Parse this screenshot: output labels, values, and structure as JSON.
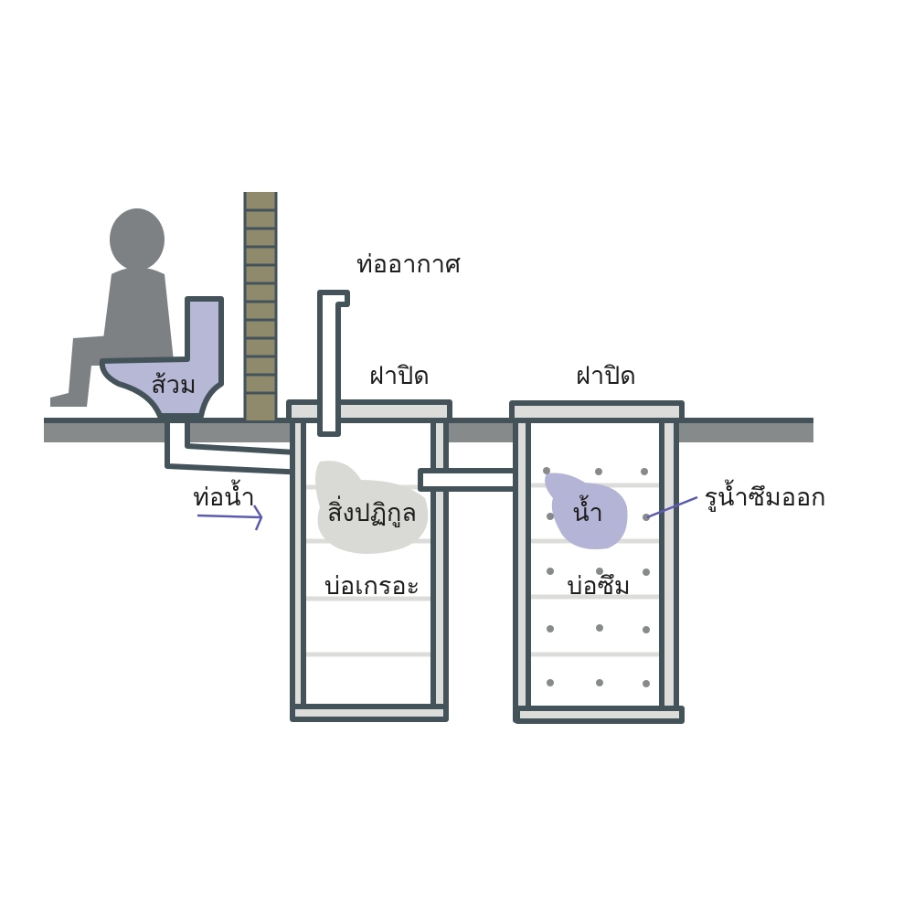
{
  "labels": {
    "air_pipe": "ท่ออากาศ",
    "lid_septic": "ฝาปิด",
    "lid_seepage": "ฝาปิด",
    "toilet": "ส้วม",
    "water_pipe": "ท่อน้ำ",
    "sludge": "สิ่งปฏิกูล",
    "septic_tank": "บ่อเกรอะ",
    "water": "น้ำ",
    "seepage_pit": "บ่อซึม",
    "seepage_holes": "รูน้ำซึมออก"
  },
  "colors": {
    "outline": "#44535a",
    "ground": "#878a8a",
    "brick": "#8f8a6c",
    "person": "#7e8183",
    "toilet": "#b7b7d6",
    "sludge": "#d9d9d6",
    "water": "#b4b4d6",
    "arrow": "#5b5bb0",
    "lid": "#dcdcda"
  }
}
